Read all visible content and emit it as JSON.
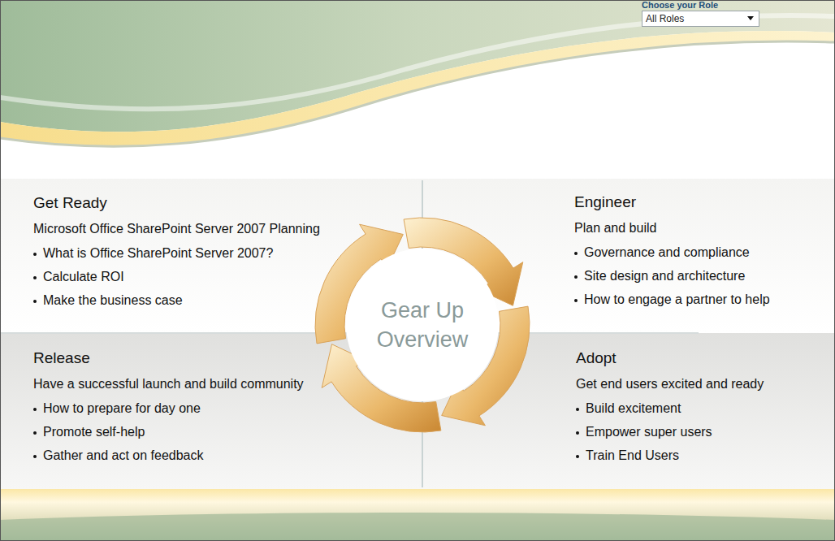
{
  "diagram": {
    "nodes": [
      {
        "text": [
          "All Roles"
        ]
      },
      {
        "text": [
          "Get Ready",
          "Microsoft Office SharePoint Server 2007 Planning",
          "What is Office SharePoint Server 2007?",
          "Calculate ROI",
          "Make the business case"
        ]
      },
      {
        "text": [
          "Engineer",
          "Plan and build",
          "Governance and compliance",
          "Site design and architecture",
          "How to engage a partner to help"
        ]
      },
      {
        "text": [
          "Gear Up Overview"
        ]
      },
      {
        "text": [
          "Release",
          "Have a successful launch and build community",
          "How to prepare for day one",
          "Promote self-help",
          "Gather and act on feedback"
        ]
      },
      {
        "text": [
          "Adopt",
          "Get end users excited and ready",
          "Build excitement",
          "Empower super users",
          "Train End Users"
        ]
      }
    ],
    "labels": [
      "Choose your Role"
    ]
  }
}
